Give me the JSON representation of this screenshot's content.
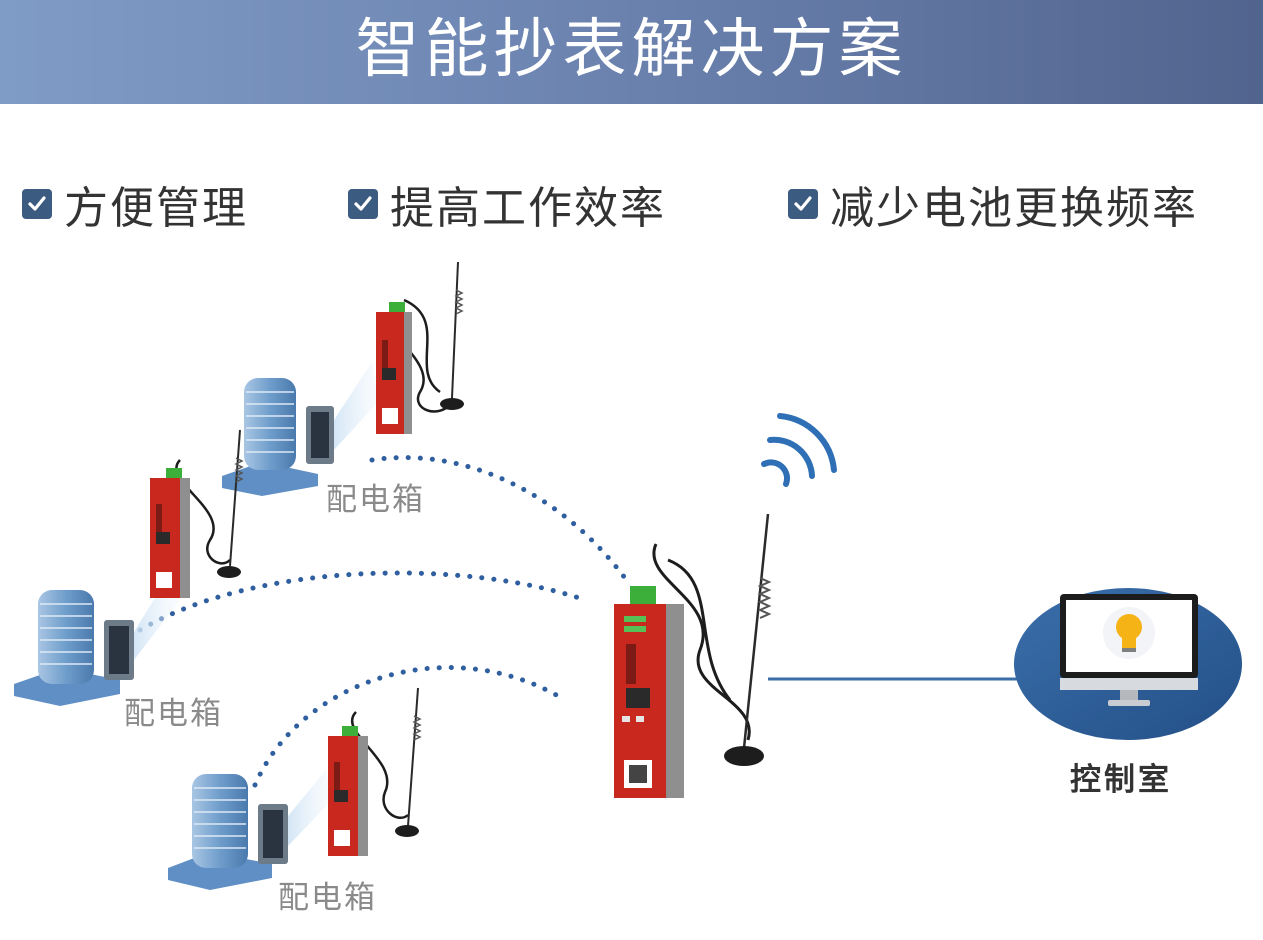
{
  "header": {
    "title": "智能抄表解决方案"
  },
  "features": [
    {
      "label": "方便管理"
    },
    {
      "label": "提高工作效率"
    },
    {
      "label": "减少电池更换频率"
    }
  ],
  "diagram": {
    "substations": [
      {
        "label": "配电箱"
      },
      {
        "label": "配电箱"
      },
      {
        "label": "配电箱"
      }
    ],
    "control_room": {
      "label": "控制室"
    }
  },
  "colors": {
    "banner_start": "#7f9cc6",
    "banner_end": "#51648e",
    "checkbox": "#3b5b80",
    "device_red": "#c8281e",
    "dotted_link": "#2f5f9f",
    "control_room_ellipse": "#2c5d97"
  },
  "icons": {
    "checkbox": "check-square-icon",
    "wifi": "wifi-signal-icon",
    "monitor": "monitor-icon",
    "bulb": "light-bulb-icon",
    "building": "building-icon",
    "gateway": "router-gateway-icon"
  }
}
